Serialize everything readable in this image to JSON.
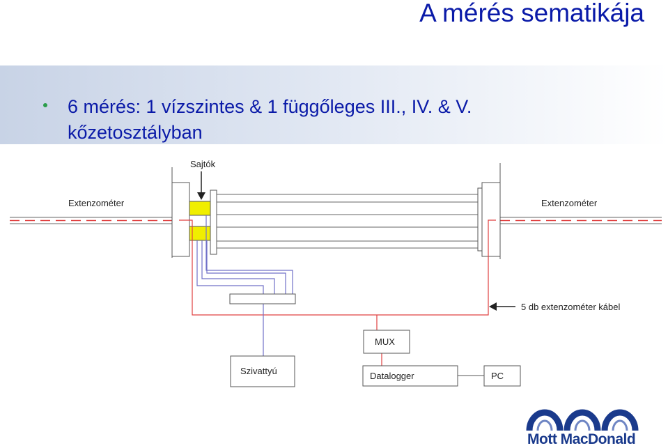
{
  "slide": {
    "title": "A mérés sematikája",
    "bullet": "6 mérés: 1 vízszintes & 1 függőleges III., IV. & V. kőzetosztályban"
  },
  "diagram": {
    "labels": {
      "presses": "Sajtók",
      "extensometer_left": "Extenzométer",
      "extensometer_right": "Extenzométer",
      "cable": "5 db extenzométer kábel",
      "mux": "MUX",
      "pump": "Szivattyú",
      "datalogger": "Datalogger",
      "pc": "PC"
    },
    "colors": {
      "red_cable": "#e04040",
      "blue_hydraulic": "#7070c8",
      "press_fill": "#f0ee00",
      "line": "#555555"
    }
  },
  "logo": {
    "text": "Mott MacDonald",
    "color": "#1a3a8c"
  }
}
